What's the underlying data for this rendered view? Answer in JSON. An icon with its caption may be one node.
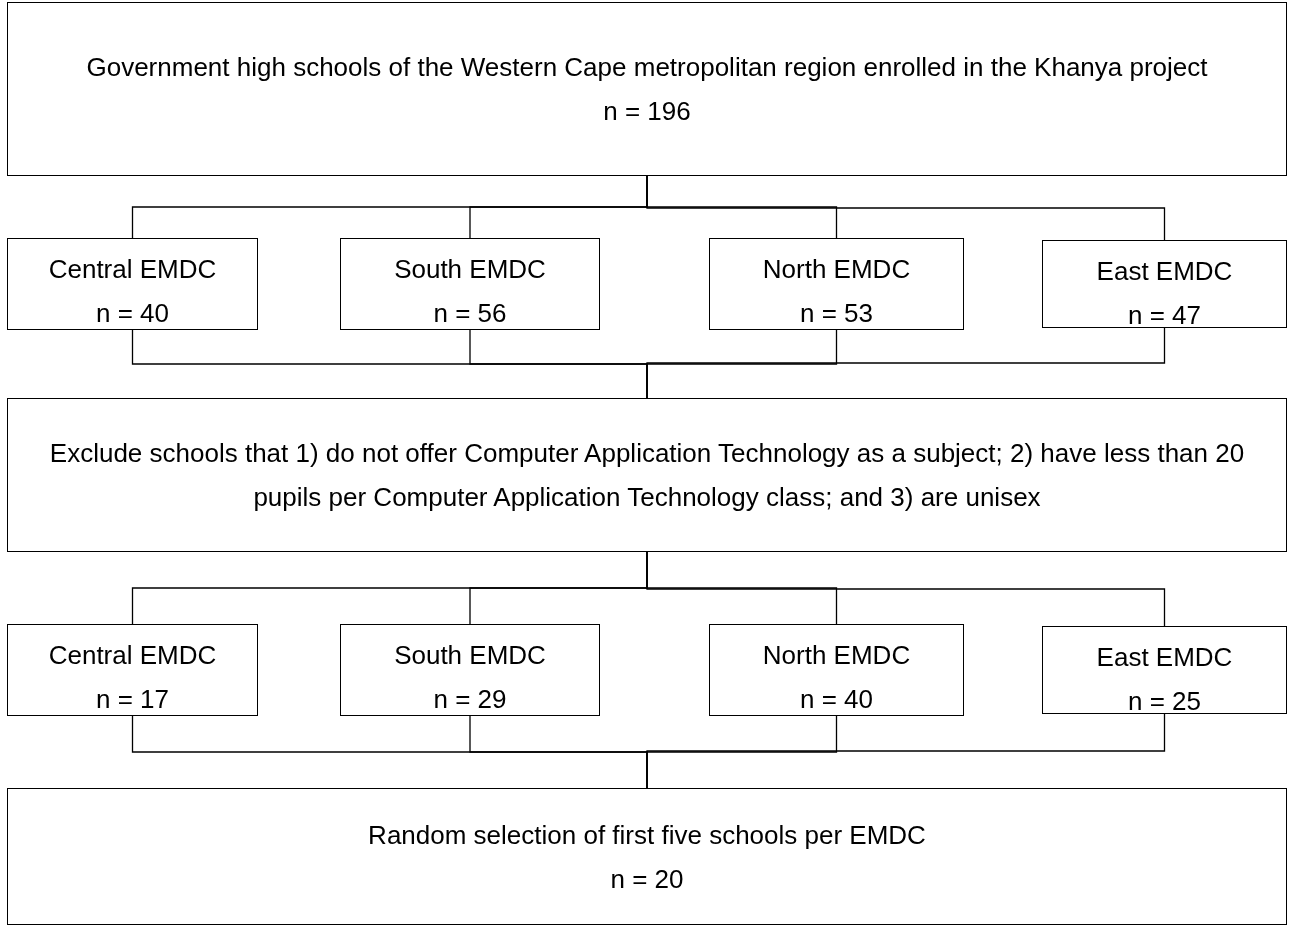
{
  "diagram": {
    "nodes": [
      {
        "text": [
          "Government high schools of the Western Cape metropolitan region enrolled in the Khanya project",
          "n = 196"
        ]
      },
      {
        "text": [
          "Central EMDC",
          "n = 40"
        ]
      },
      {
        "text": [
          "South EMDC",
          "n = 56"
        ]
      },
      {
        "text": [
          "North EMDC",
          "n = 53"
        ]
      },
      {
        "text": [
          "East EMDC",
          "n = 47"
        ]
      },
      {
        "text": [
          "Exclude schools that 1) do not offer Computer Application Technology as a subject; 2) have less than 20 pupils per Computer Application Technology class; and 3) are unisex"
        ]
      },
      {
        "text": [
          "Central EMDC",
          "n = 17"
        ]
      },
      {
        "text": [
          "South EMDC",
          "n = 29"
        ]
      },
      {
        "text": [
          "North EMDC",
          "n = 40"
        ]
      },
      {
        "text": [
          "East EMDC",
          "n = 25"
        ]
      },
      {
        "text": [
          "Random selection of first five schools per EMDC",
          "n = 20"
        ]
      }
    ],
    "edges": [
      {
        "from": 0,
        "to": 1,
        "arrow": "none"
      },
      {
        "from": 0,
        "to": 2,
        "arrow": "none"
      },
      {
        "from": 0,
        "to": 3,
        "arrow": "none"
      },
      {
        "from": 0,
        "to": 4,
        "arrow": "none"
      },
      {
        "from": 1,
        "to": 5,
        "arrow": "none"
      },
      {
        "from": 2,
        "to": 5,
        "arrow": "none"
      },
      {
        "from": 3,
        "to": 5,
        "arrow": "none"
      },
      {
        "from": 4,
        "to": 5,
        "arrow": "none"
      },
      {
        "from": 5,
        "to": 6,
        "arrow": "none"
      },
      {
        "from": 5,
        "to": 7,
        "arrow": "none"
      },
      {
        "from": 5,
        "to": 8,
        "arrow": "none"
      },
      {
        "from": 5,
        "to": 9,
        "arrow": "none"
      },
      {
        "from": 6,
        "to": 10,
        "arrow": "none"
      },
      {
        "from": 7,
        "to": 10,
        "arrow": "none"
      },
      {
        "from": 8,
        "to": 10,
        "arrow": "none"
      },
      {
        "from": 9,
        "to": 10,
        "arrow": "none"
      }
    ]
  }
}
